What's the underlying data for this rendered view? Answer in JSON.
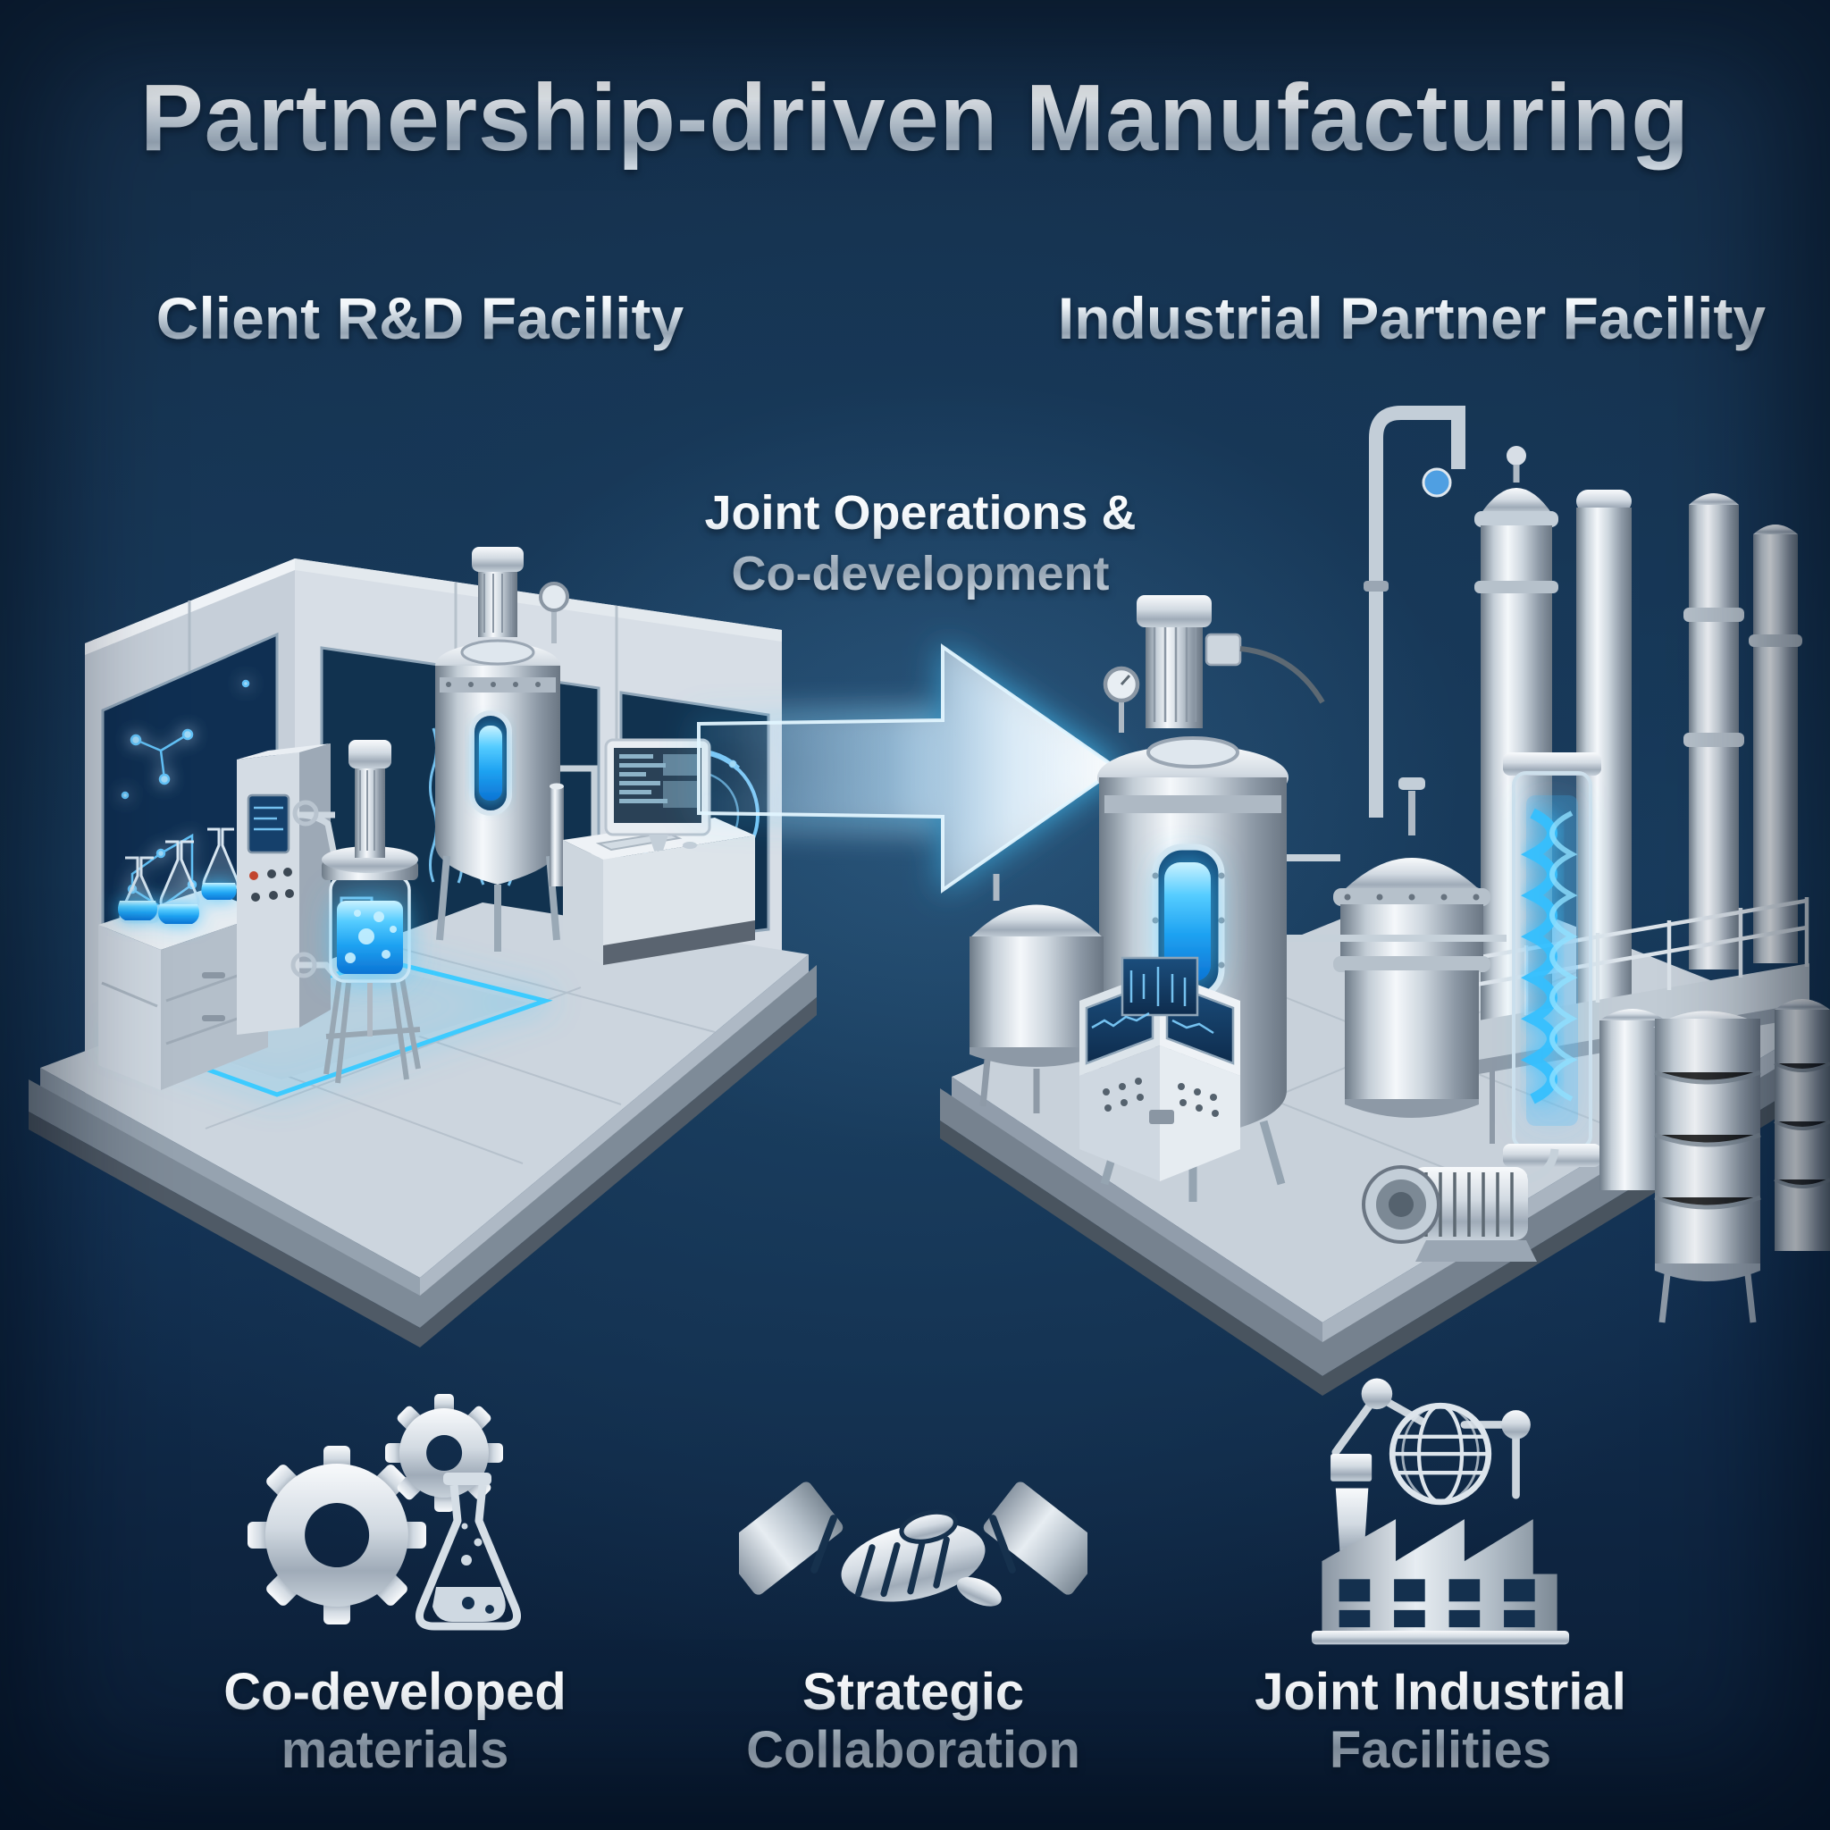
{
  "title": "Partnership-driven Manufacturing",
  "left_facility": {
    "label": "Client R&D Facility"
  },
  "right_facility": {
    "label": "Industrial Partner Facility"
  },
  "transition": {
    "line1": "Joint Operations &",
    "line2": "Co-development"
  },
  "features": [
    {
      "icon": "gears-flask-icon",
      "line1": "Co-developed",
      "line2": "materials"
    },
    {
      "icon": "handshake-icon",
      "line1": "Strategic",
      "line2": "Collaboration"
    },
    {
      "icon": "factory-globe-icon",
      "line1": "Joint Industrial",
      "line2": "Facilities"
    }
  ],
  "colors": {
    "background_navy": "#14304e",
    "accent_glow_blue": "#3cc3ff",
    "liquid_blue": "#1fa3f2",
    "metal_silver": "#c7d1da",
    "screen_navy": "#103b63"
  }
}
